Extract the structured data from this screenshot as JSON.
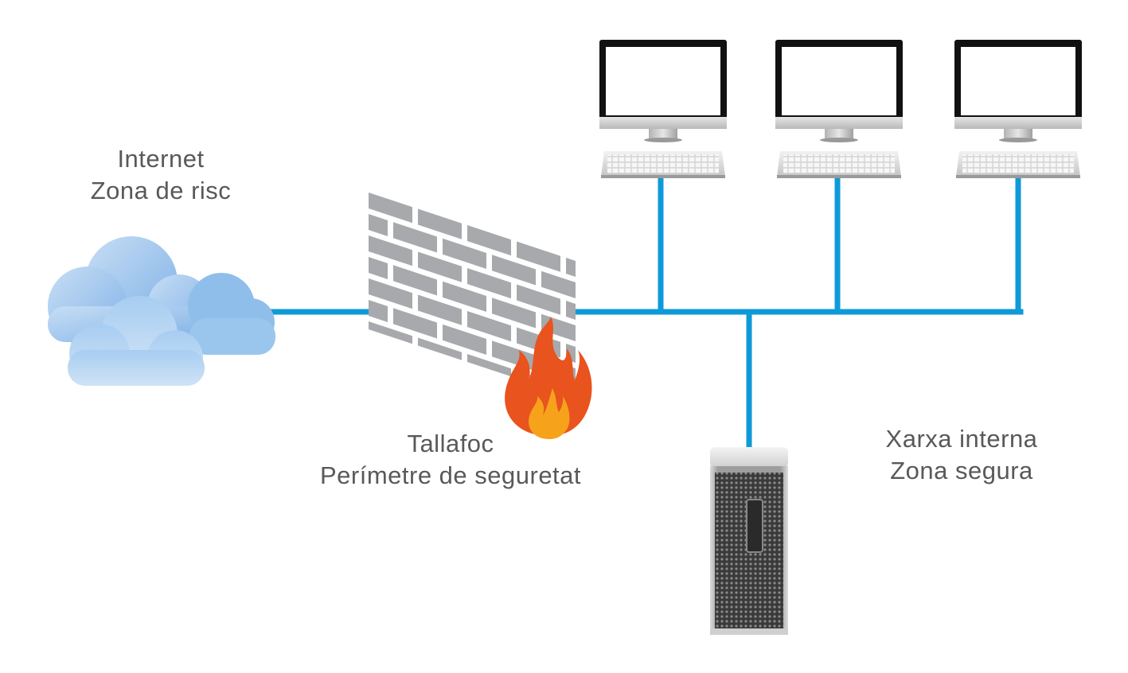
{
  "diagram": {
    "internet": {
      "line1": "Internet",
      "line2": "Zona de risc"
    },
    "firewall": {
      "line1": "Tallafoc",
      "line2": "Perímetre de seguretat"
    },
    "internal": {
      "line1": "Xarxa interna",
      "line2": "Zona segura"
    }
  },
  "colors": {
    "cable": "#0e9ad8",
    "text": "#58595b",
    "brick": "#a7a9ac",
    "flame_outer": "#e9531e",
    "flame_inner": "#f7a21b",
    "cloud": "#9cc8ef"
  },
  "icons": [
    "cloud-icon",
    "brick-wall-icon",
    "flame-icon",
    "monitor-icon",
    "keyboard-icon",
    "server-tower-icon"
  ]
}
